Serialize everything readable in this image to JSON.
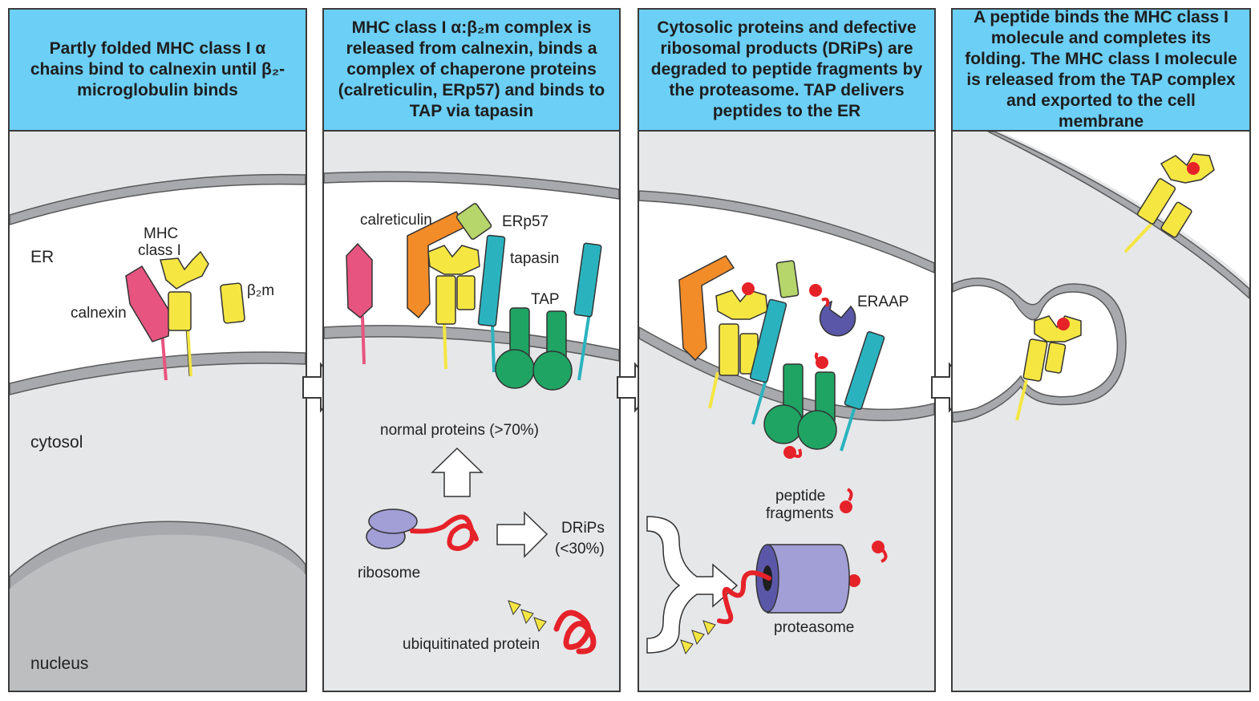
{
  "colors": {
    "header": "#6ccff6",
    "cytosol": "#e6e7e9",
    "membrane": "#a7a9ac",
    "er_lumen": "#ffffff",
    "nucleus": "#bcbec0",
    "calnexin": "#e75480",
    "mhc": "#f5e642",
    "calreticulin": "#f28c28",
    "erp57": "#b6d56a",
    "tapasin": "#2ab3bf",
    "tap": "#1fa463",
    "ribosome": "#a29ed6",
    "peptide": "#e62229",
    "eraap": "#5b57a8",
    "proteasome": "#a29ed6"
  },
  "panels": [
    {
      "header": "Partly folded MHC class I α chains bind to calnexin until β₂-microglobulin binds",
      "labels": {
        "er": "ER",
        "mhc": "MHC",
        "class_i": "class I",
        "calnexin": "calnexin",
        "b2m": "β₂m",
        "cytosol": "cytosol",
        "nucleus": "nucleus"
      }
    },
    {
      "header": "MHC class I α:β₂m complex is released from calnexin, binds a complex of chaperone proteins (calreticulin, ERp57) and binds to TAP via tapasin",
      "labels": {
        "calreticulin": "calreticulin",
        "erp57": "ERp57",
        "tapasin": "tapasin",
        "tap": "TAP",
        "normal_proteins": "normal proteins (>70%)",
        "drips": "DRiPs",
        "drips_pct": "(<30%)",
        "ribosome": "ribosome",
        "ubiquitinated": "ubiquitinated protein"
      }
    },
    {
      "header": "Cytosolic proteins and defective ribosomal products (DRiPs) are degraded to peptide fragments by the proteasome. TAP delivers peptides to the ER",
      "labels": {
        "eraap": "ERAAP",
        "peptide": "peptide",
        "fragments": "fragments",
        "proteasome": "proteasome"
      }
    },
    {
      "header": "A peptide binds the MHC class I molecule and completes its folding. The MHC class I molecule is released from the TAP complex and exported to the cell membrane",
      "labels": {}
    }
  ],
  "arrows": [
    "panel-1-to-2",
    "panel-2-to-3",
    "panel-3-to-4"
  ]
}
